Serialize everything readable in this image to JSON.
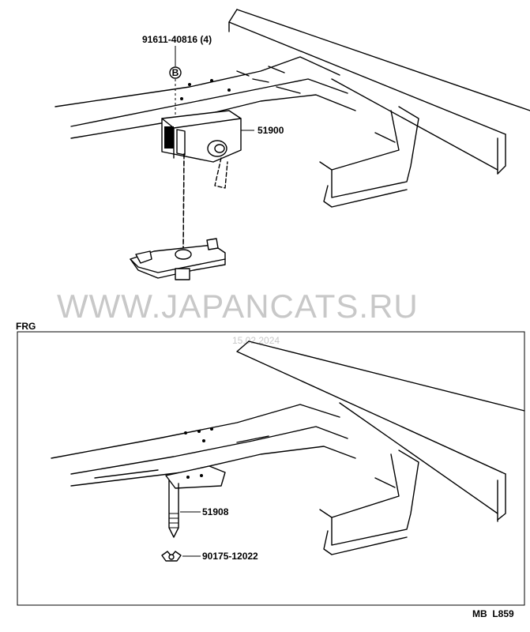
{
  "watermark": {
    "site": "WWW.JAPANCATS.RU",
    "date": "15.02.2024"
  },
  "upper_diagram": {
    "bolt_part": "91611-40816 (4)",
    "bolt_callout": "B",
    "carrier_part": "51900"
  },
  "lower_diagram": {
    "section_label": "FRG",
    "bracket_part": "51908",
    "nut_part": "90175-12022"
  },
  "footer": {
    "code": "MB  L859"
  }
}
